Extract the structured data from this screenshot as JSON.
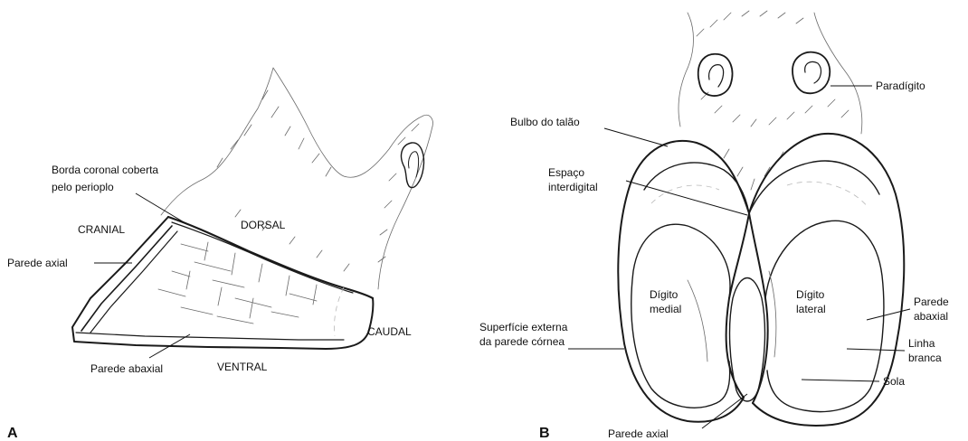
{
  "panel_a": {
    "letter": "A",
    "labels": {
      "borda_line1": "Borda coronal coberta",
      "borda_line2": "pelo perioplo",
      "cranial": "CRANIAL",
      "dorsal": "DORSAL",
      "parede_axial": "Parede axial",
      "caudal": "CAUDAL",
      "parede_abaxial": "Parede abaxial",
      "ventral": "VENTRAL"
    }
  },
  "panel_b": {
    "letter": "B",
    "labels": {
      "paradigito": "Paradígito",
      "bulbo": "Bulbo do talão",
      "espaco_line1": "Espaço",
      "espaco_line2": "interdigital",
      "digito_medial_line1": "Dígito",
      "digito_medial_line2": "medial",
      "digito_lateral_line1": "Dígito",
      "digito_lateral_line2": "lateral",
      "parede_abaxial_line1": "Parede",
      "parede_abaxial_line2": "abaxial",
      "superficie_line1": "Superfície externa",
      "superficie_line2": "da parede córnea",
      "linha_line1": "Linha",
      "linha_line2": "branca",
      "sola": "Sola",
      "parede_axial": "Parede axial"
    }
  }
}
